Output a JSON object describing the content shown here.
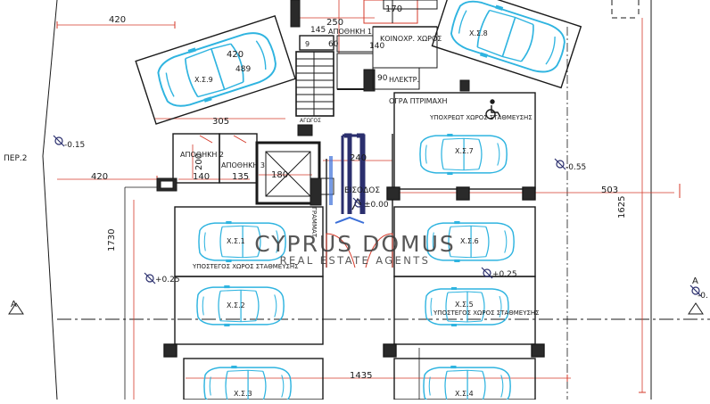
{
  "watermark": {
    "brand": "CYPRUS DOMUS",
    "tagline": "REAL ESTATE AGENTS"
  },
  "dimensions": {
    "top_left": "420",
    "top_250": "250",
    "top_170": "170",
    "v_145": "145",
    "v_60": "60",
    "v_140": "140",
    "v_90": "90",
    "car9_420": "420",
    "car9_489": "489",
    "dim_305": "305",
    "left_420": "420",
    "dim_140": "140",
    "dim_135": "135",
    "dim_200": "200",
    "dim_180": "180",
    "dim_240": "240",
    "dim_503": "503",
    "dim_1625": "1625",
    "dim_1730": "1730",
    "dim_1435": "1435",
    "stair_9": "9"
  },
  "levels": {
    "left": "-0.15",
    "right": "-0.55",
    "mid_left": "+0.25",
    "mid_right": "+0.25",
    "entrance": "±0.00"
  },
  "labels": {
    "per2": "ΠΕΡ.2",
    "storage1": "ΑΠΟΘΗΚΗ 1",
    "storage2": "ΑΠΟΘΗΚΗ 2",
    "storage3": "ΑΠΟΘΗΚΗ 3",
    "common": "ΚΟΙΝΟΧΡ. ΧΩΡΟΣ",
    "electrical": "ΗΛΕΚΤΡ.",
    "duct": "ΑΓΩΓΟΣ",
    "primary": "ΟΓΡΑ ΠΤΡΙΜΑΧΗ",
    "entrance": "ΕΙΣΟΔΟΣ",
    "mailboxes": "ΓΡΑΜΜΑΤ.",
    "section_a_left": "A",
    "section_a_right": "A",
    "right_edge": "-0.",
    "mandatory_top": "ΥΠΟΧΡΕΩΤ ΧΩΡΟΣ ΣΤΑΘΜΕΥΣΗΣ",
    "mandatory_left": "ΥΠΟΣΤΕΓΟΣ ΧΩΡΟΣ ΣΤΑΘΜΕΥΣΗΣ",
    "mandatory_right": "ΥΠΟΣΤΕΓΟΣ ΧΩΡΟΣ ΣΤΑΘΜΕΥΣΗΣ"
  },
  "parking": {
    "xs1": "Χ.Σ.1",
    "xs2": "Χ.Σ.2",
    "xs3": "Χ.Σ.3",
    "xs4": "Χ.Σ.4",
    "xs5": "Χ.Σ.5",
    "xs6": "Χ.Σ.6",
    "xs7": "Χ.Σ.7",
    "xs8": "Χ.Σ.8",
    "xs9": "Χ.Σ.9"
  },
  "icons": [
    "wheelchair-icon",
    "level-marker-icon",
    "section-marker-icon",
    "car-icon"
  ],
  "colors": {
    "line": "#1a1a1a",
    "car": "#2fb4e0",
    "red": "#d43a2a",
    "watermark": "#3a3a3a",
    "entrance_mark": "#2b2f6e",
    "ramp_blue": "#3b6fd8"
  }
}
